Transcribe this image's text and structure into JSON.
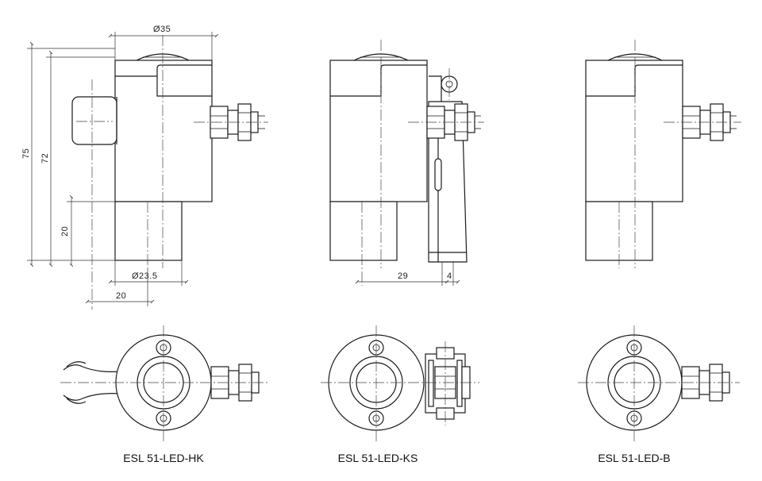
{
  "dimensions": {
    "d35": "Ø35",
    "d23_5": "Ø23.5",
    "h75": "75",
    "h72": "72",
    "h20": "20",
    "w20": "20",
    "w29": "29",
    "w4": "4"
  },
  "models": [
    {
      "label": "ESL 51-LED-HK"
    },
    {
      "label": "ESL 51-LED-KS"
    },
    {
      "label": "ESL 51-LED-B"
    }
  ]
}
